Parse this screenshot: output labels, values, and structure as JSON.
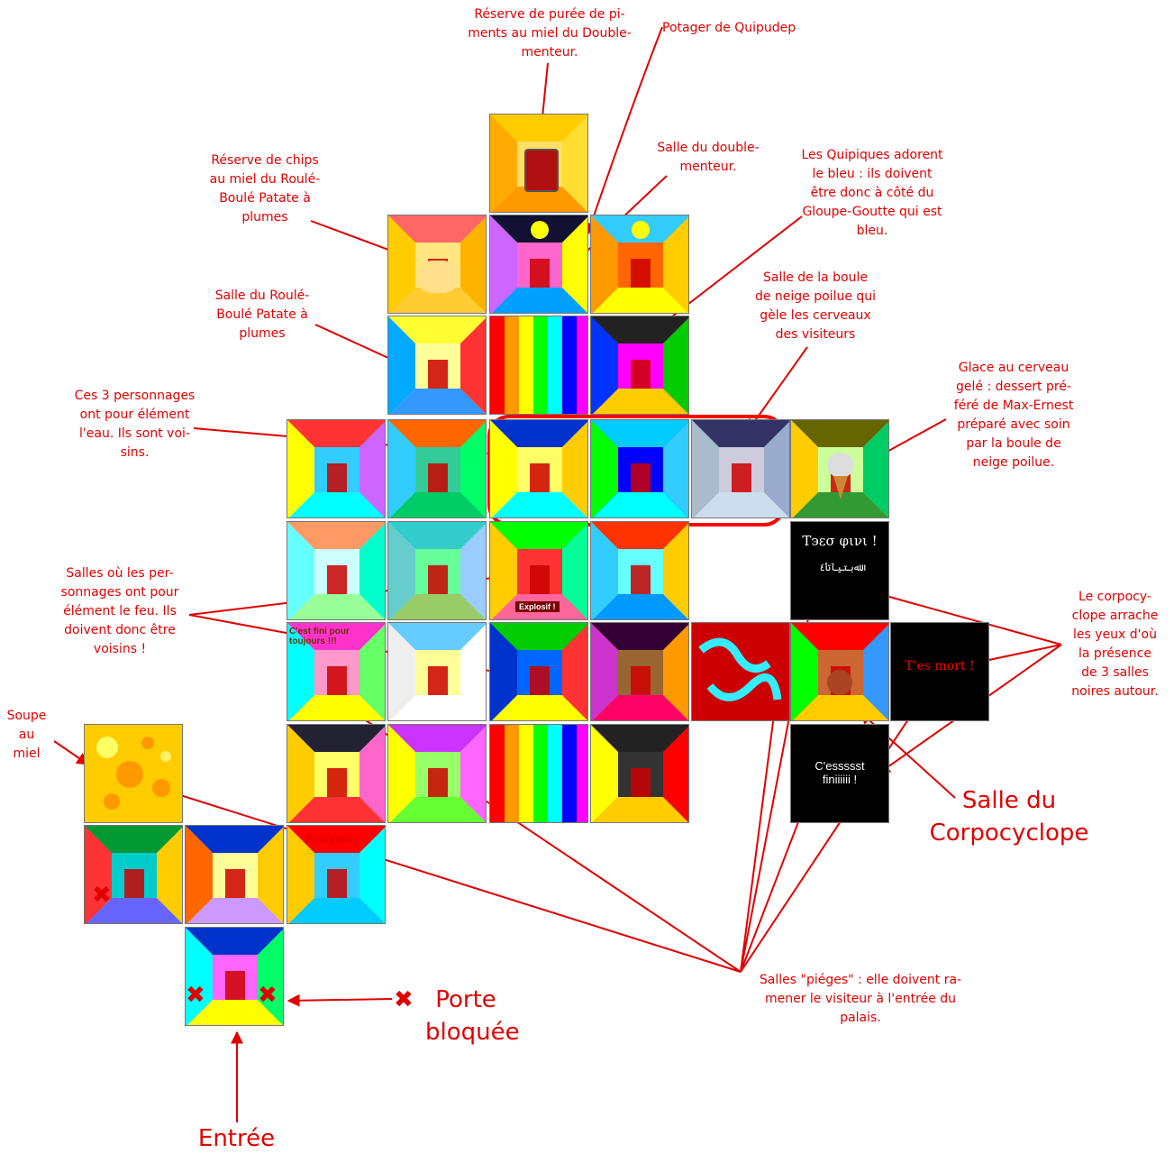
{
  "colors": {
    "annotation": "#e00000",
    "highlight_box": "#ff0000"
  },
  "labels": {
    "reserve_puree": "Réserve de purée de pi-\nments au miel du Double-\nmenteur.",
    "potager": "Potager de Quipudep",
    "reserve_chips": "Réserve de chips\nau miel du Roulé-\nBoulé Patate à\nplumes",
    "salle_double_menteur": "Salle du double-\nmenteur.",
    "quipiques": "Les Quipiques adorent\nle bleu : ils doivent\nêtre donc à côté du\nGloupe-Goutte qui est\nbleu.",
    "salle_roule_boule": "Salle du Roulé-\nBoulé Patate à\nplumes",
    "boule_neige": "Salle de la boule\nde neige poilue qui\ngèle les cerveaux\ndes visiteurs",
    "ces3": "Ces 3 personnages\nont pour élément\nl'eau. Ils sont voi-\nsins.",
    "glace": "Glace au cerveau\ngelé : dessert pré-\nféré de Max-Ernest\npréparé avec soin\npar la boule de\nneige poilue.",
    "salles_feu": "Salles où les per-\nsonnages ont pour\nélément le feu. Ils\ndoivent donc être\nvoisins !",
    "corpocyclope_note": "Le corpocy-\nclope arrache\nles yeux d'où\nla présence\nde 3 salles\nnoires autour.",
    "soupe": "Soupe\nau\nmiel",
    "salle_corpocyclope": "Salle du\nCorpocyclope",
    "pieges": "Salles \"piéges\" : elle doivent ra-\nmener le visiteur à l'entrée du\npalais.",
    "porte_bloquee": "Porte\nbloquée",
    "entree": "Entrée"
  },
  "room_texts": {
    "teso_fini": "Tэεσ φινι !",
    "arabic": "ﷲبتيآتأ٤",
    "tes_mort": "T'es mort !",
    "cessst": "C'essssst\nfiniiiiii !",
    "sullyvan": "Sullyvan",
    "explosif": "Explosif !",
    "cest_fini_pour": "C'est fini pour\ntoujours !!!"
  },
  "icons": {
    "blocked_door": "red-x-icon"
  }
}
